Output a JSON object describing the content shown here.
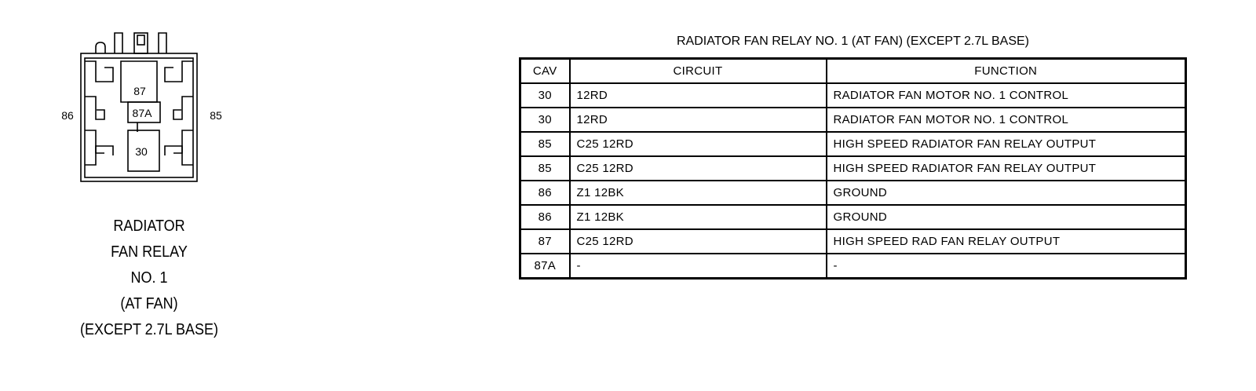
{
  "diagram": {
    "pin_left": "86",
    "pin_right": "85",
    "pin_87": "87",
    "pin_87a": "87A",
    "pin_30": "30"
  },
  "caption": {
    "line1": "RADIATOR",
    "line2": "FAN RELAY",
    "line3": "NO. 1",
    "line4": "(AT FAN)",
    "line5": "(EXCEPT 2.7L BASE)"
  },
  "table": {
    "title": "RADIATOR FAN RELAY NO. 1 (AT FAN) (EXCEPT 2.7L BASE)",
    "headers": [
      "CAV",
      "CIRCUIT",
      "FUNCTION"
    ],
    "rows": [
      [
        "30",
        "12RD",
        "RADIATOR FAN MOTOR NO. 1 CONTROL"
      ],
      [
        "30",
        "12RD",
        "RADIATOR FAN MOTOR NO. 1 CONTROL"
      ],
      [
        "85",
        "C25 12RD",
        "HIGH SPEED RADIATOR FAN RELAY OUTPUT"
      ],
      [
        "85",
        "C25 12RD",
        "HIGH SPEED RADIATOR FAN RELAY OUTPUT"
      ],
      [
        "86",
        "Z1 12BK",
        "GROUND"
      ],
      [
        "86",
        "Z1 12BK",
        "GROUND"
      ],
      [
        "87",
        "C25 12RD",
        "HIGH SPEED RAD FAN RELAY OUTPUT"
      ],
      [
        "87A",
        "-",
        "-"
      ]
    ]
  }
}
